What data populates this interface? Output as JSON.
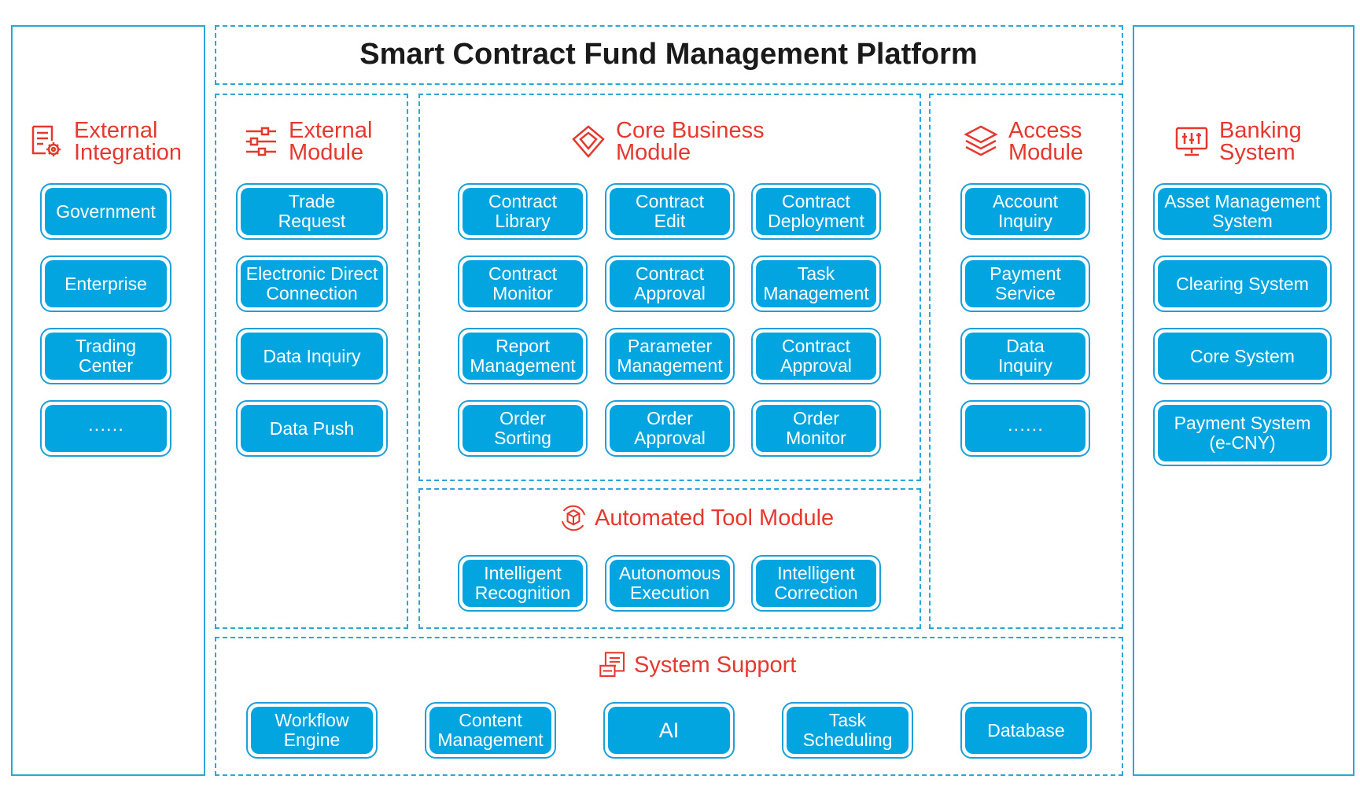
{
  "title": "Smart Contract Fund Management Platform",
  "external_integration": {
    "heading": "External\nIntegration",
    "items": [
      "Government",
      "Enterprise",
      "Trading\nCenter",
      "······"
    ]
  },
  "external_module": {
    "heading": "External\nModule",
    "items": [
      "Trade\nRequest",
      "Electronic Direct\nConnection",
      "Data Inquiry",
      "Data Push"
    ]
  },
  "core_business": {
    "heading": "Core Business\nModule",
    "items": [
      "Contract\nLibrary",
      "Contract\nEdit",
      "Contract\nDeployment",
      "Contract\nMonitor",
      "Contract\nApproval",
      "Task\nManagement",
      "Report\nManagement",
      "Parameter\nManagement",
      "Contract\nApproval",
      "Order\nSorting",
      "Order\nApproval",
      "Order\nMonitor"
    ]
  },
  "automated_tool": {
    "heading": "Automated Tool Module",
    "items": [
      "Intelligent\nRecognition",
      "Autonomous\nExecution",
      "Intelligent\nCorrection"
    ]
  },
  "access_module": {
    "heading": "Access\nModule",
    "items": [
      "Account\nInquiry",
      "Payment\nService",
      "Data\nInquiry",
      "······"
    ]
  },
  "banking_system": {
    "heading": "Banking\nSystem",
    "items": [
      "Asset Management\nSystem",
      "Clearing System",
      "Core System",
      "Payment System\n(e-CNY)"
    ]
  },
  "system_support": {
    "heading": "System Support",
    "items": [
      "Workflow\nEngine",
      "Content\nManagement",
      "AI",
      "Task\nScheduling",
      "Database"
    ]
  },
  "colors": {
    "accent_red": "#e5392f",
    "chip_blue": "#02a5df",
    "border_blue": "#2aa6d8"
  }
}
